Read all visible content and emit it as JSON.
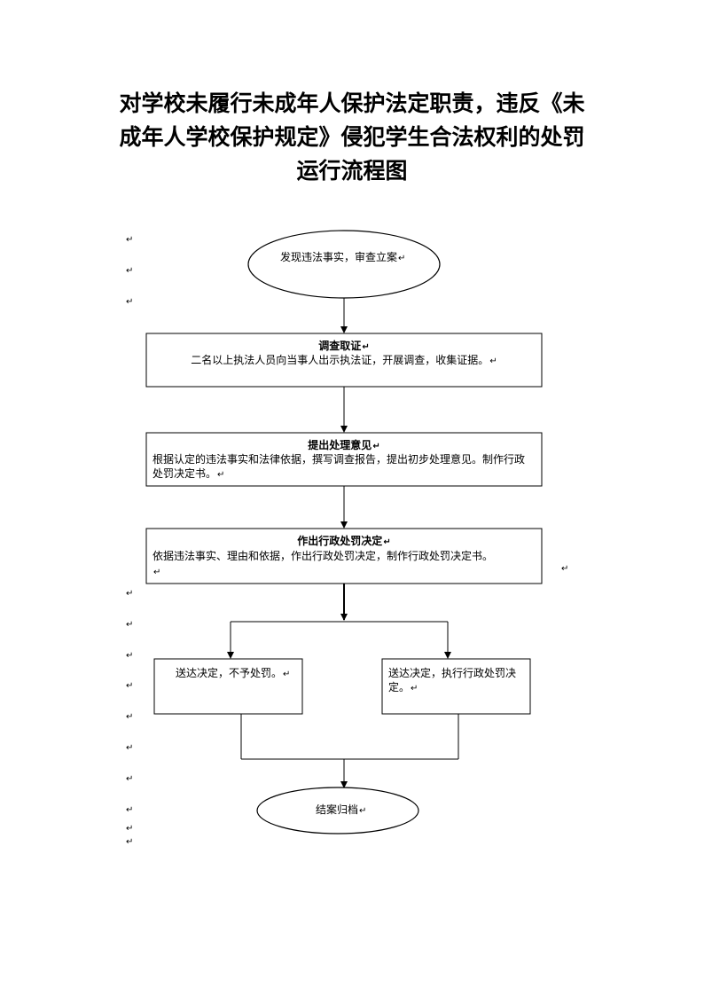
{
  "title": {
    "line1": "对学校未履行未成年人保护法定职责，违反《未",
    "line2": "成年人学校保护规定》侵犯学生合法权利的处罚",
    "line3": "运行流程图"
  },
  "paragraph_mark": "↵",
  "nodes": {
    "start": "发现违法事实，审查立案",
    "investigate": {
      "heading": "调查取证",
      "body": "二名以上执法人员向当事人出示执法证，开展调查，收集证据。"
    },
    "opinion": {
      "heading": "提出处理意见",
      "body_line1": "根据认定的违法事实和法律依据，撰写调查报告，提出初步处理意见。制作行政",
      "body_line2": "处罚决定书。"
    },
    "decision": {
      "heading": "作出行政处罚决定",
      "body": "依据违法事实、理由和依据，作出行政处罚决定，制作行政处罚决定书。"
    },
    "no_penalty": "送达决定，不予处罚。",
    "execute_line1": "送达决定，执行行政处罚决",
    "execute_line2": "定。",
    "end": "结案归档"
  }
}
